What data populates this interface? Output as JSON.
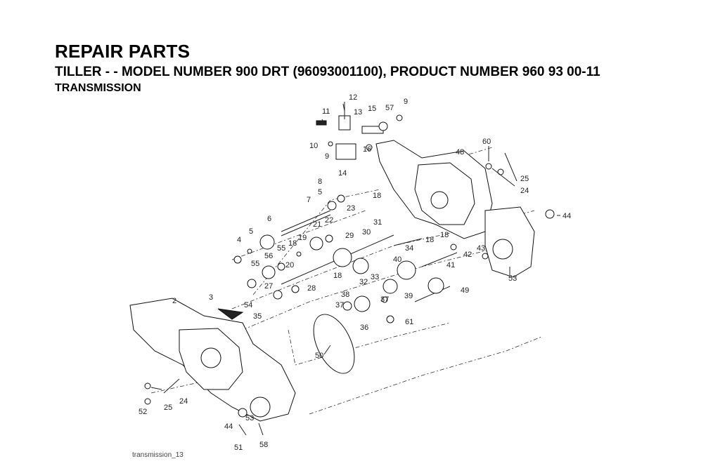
{
  "header": {
    "title": "REPAIR PARTS",
    "subtitle": "TILLER - - MODEL NUMBER 900 DRT (96093001100), PRODUCT NUMBER 960 93 00-11",
    "section": "TRANSMISSION"
  },
  "diagram": {
    "caption": "transmission_13",
    "callouts": [
      "2",
      "3",
      "4",
      "5",
      "5",
      "6",
      "7",
      "8",
      "9",
      "9",
      "10",
      "11",
      "12",
      "13",
      "14",
      "15",
      "16",
      "18",
      "18",
      "18",
      "18",
      "18",
      "19",
      "20",
      "21",
      "22",
      "23",
      "24",
      "24",
      "25",
      "25",
      "27",
      "28",
      "29",
      "30",
      "31",
      "32",
      "33",
      "34",
      "35",
      "36",
      "37",
      "37",
      "38",
      "39",
      "40",
      "41",
      "42",
      "43",
      "44",
      "44",
      "48",
      "49",
      "50",
      "51",
      "52",
      "53",
      "53",
      "54",
      "55",
      "55",
      "56",
      "57",
      "58",
      "60",
      "61"
    ]
  }
}
